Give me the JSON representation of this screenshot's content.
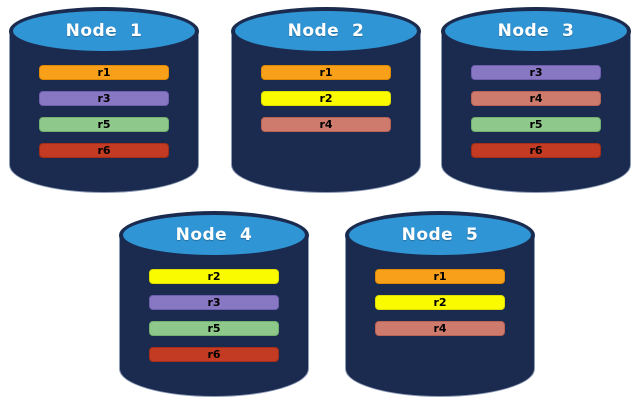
{
  "diagram_title": "replica-distribution-across-nodes",
  "colors": {
    "background": "#ffffff",
    "cylinder_body": "#1b2b4f",
    "cylinder_top": "#3095d5",
    "cylinder_edge_highlight": "#8f9cb8",
    "title_text": "#ffffff",
    "bar_text": "#000000"
  },
  "replica_colors": {
    "r1": {
      "fill": "#f9a01b",
      "border": "#df8a00"
    },
    "r2": {
      "fill": "#fbfb00",
      "border": "#dede00"
    },
    "r3": {
      "fill": "#8878c4",
      "border": "#6f60ae"
    },
    "r4": {
      "fill": "#ce7b6d",
      "border": "#b96255"
    },
    "r5": {
      "fill": "#8ec98b",
      "border": "#72b06f"
    },
    "r6": {
      "fill": "#c23b22",
      "border": "#a32d17"
    }
  },
  "nodes": [
    {
      "title": "Node  1",
      "replicas": [
        "r1",
        "r3",
        "r5",
        "r6"
      ]
    },
    {
      "title": "Node  2",
      "replicas": [
        "r1",
        "r2",
        "r4"
      ]
    },
    {
      "title": "Node  3",
      "replicas": [
        "r3",
        "r4",
        "r5",
        "r6"
      ]
    },
    {
      "title": "Node  4",
      "replicas": [
        "r2",
        "r3",
        "r5",
        "r6"
      ]
    },
    {
      "title": "Node  5",
      "replicas": [
        "r1",
        "r2",
        "r4"
      ]
    }
  ]
}
